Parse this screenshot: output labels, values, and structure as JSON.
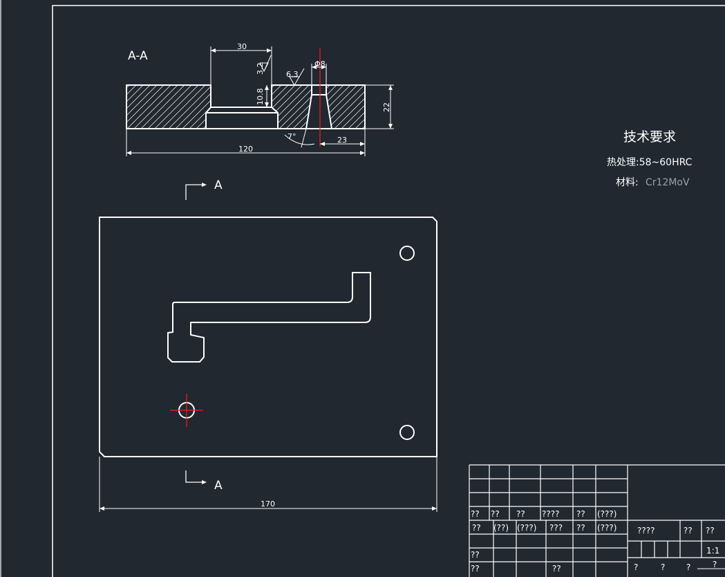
{
  "colors": {
    "background": "#212830",
    "line": "#ffffff",
    "centerline": "#ff1a1a",
    "material_value": "#9aa3ad"
  },
  "section_view": {
    "title": "A-A",
    "dims": {
      "counterbore_width": "30",
      "counterbore_depth": "10.8",
      "roughness_a": "3.2",
      "roughness_b": "6.3",
      "hole_diameter": "Φ8",
      "thickness": "22",
      "length": "120",
      "offset": "23",
      "taper_angle": "7°"
    }
  },
  "plan_view": {
    "section_mark_top": "A",
    "section_mark_bottom": "A",
    "width_dim": "170"
  },
  "tech_requirements": {
    "title": "技术要求",
    "heat_treatment": "热处理:58~60HRC",
    "material_label": "材料:",
    "material_value": "Cr12MoV"
  },
  "title_block": {
    "row_a": [
      "??",
      "??",
      "??",
      "????",
      "??",
      "(???)"
    ],
    "row_b": [
      "??",
      "(??)",
      "(???)",
      "???",
      "??",
      "(???)"
    ],
    "row_c_left": "??",
    "row_d_left": "??",
    "row_d_mid": "??",
    "right_name": "????",
    "right_cell_1": "??",
    "right_cell_2": "??",
    "scale": "1:1",
    "bottom_marks": [
      "?",
      "?",
      "?",
      "?"
    ]
  }
}
